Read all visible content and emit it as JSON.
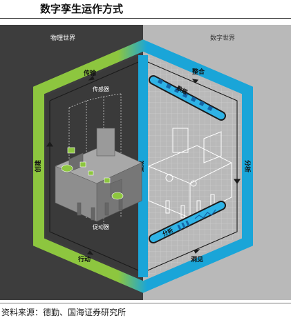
{
  "title": "数字孪生运作方式",
  "panels": {
    "physical_world": "物理世界",
    "digital_world": "数字世界"
  },
  "cycle_labels": {
    "transmit": "传输",
    "integrate": "整合",
    "analyze": "分析",
    "insight": "洞见",
    "act": "行动",
    "create": "创建"
  },
  "inner_labels": {
    "sensor": "传感器",
    "actuator": "促动器",
    "data": "数据",
    "integration": "集成",
    "analysis": "分析"
  },
  "colors": {
    "physical_bg": "#3d3d3d",
    "digital_bg": "#b9b9b9",
    "green_band": "#8dc63f",
    "blue_band": "#1aa5d8",
    "data_cell": "#2fb3e6"
  },
  "source": "资料来源：德勤、国海证券研究所"
}
